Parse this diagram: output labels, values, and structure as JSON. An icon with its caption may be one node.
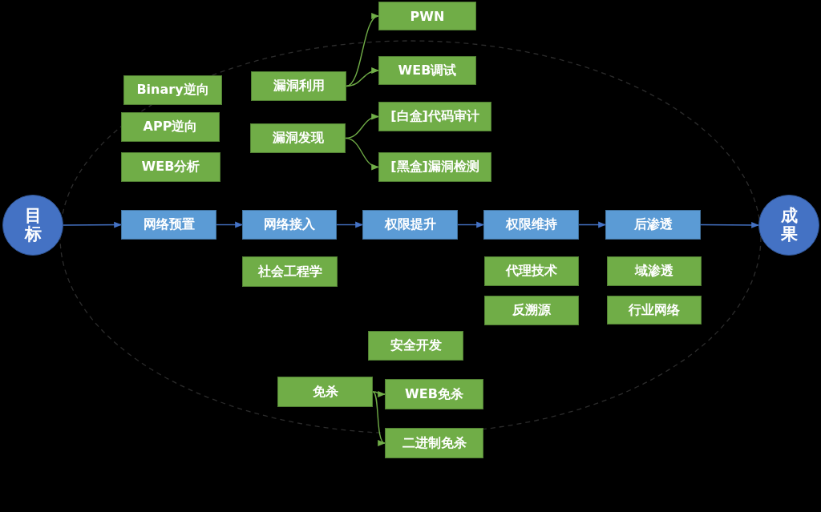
{
  "diagram": {
    "nodes": [
      {
        "text": [
          "目标"
        ]
      },
      {
        "text": [
          "网络预置"
        ]
      },
      {
        "text": [
          "网络接入"
        ]
      },
      {
        "text": [
          "权限提升"
        ]
      },
      {
        "text": [
          "权限维持"
        ]
      },
      {
        "text": [
          "后渗透"
        ]
      },
      {
        "text": [
          "成果"
        ]
      },
      {
        "text": [
          "PWN"
        ]
      },
      {
        "text": [
          "漏洞利用"
        ]
      },
      {
        "text": [
          "WEB调试"
        ]
      },
      {
        "text": [
          "Binary逆向"
        ]
      },
      {
        "text": [
          "[白盒]代码审计"
        ]
      },
      {
        "text": [
          "APP逆向"
        ]
      },
      {
        "text": [
          "漏洞发现"
        ]
      },
      {
        "text": [
          "WEB分析"
        ]
      },
      {
        "text": [
          "[黑盒]漏洞检测"
        ]
      },
      {
        "text": [
          "社会工程学"
        ]
      },
      {
        "text": [
          "代理技术"
        ]
      },
      {
        "text": [
          "域渗透"
        ]
      },
      {
        "text": [
          "反溯源"
        ]
      },
      {
        "text": [
          "行业网络"
        ]
      },
      {
        "text": [
          "安全开发"
        ]
      },
      {
        "text": [
          "免杀"
        ]
      },
      {
        "text": [
          "WEB免杀"
        ]
      },
      {
        "text": [
          "二进制免杀"
        ]
      }
    ],
    "edges": [
      {
        "from": 0,
        "to": 1,
        "arrow": "to"
      },
      {
        "from": 1,
        "to": 2,
        "arrow": "to"
      },
      {
        "from": 2,
        "to": 3,
        "arrow": "to"
      },
      {
        "from": 3,
        "to": 4,
        "arrow": "to"
      },
      {
        "from": 4,
        "to": 5,
        "arrow": "to"
      },
      {
        "from": 5,
        "to": 6,
        "arrow": "to"
      },
      {
        "from": 8,
        "to": 7,
        "arrow": "to",
        "color": "#70ad47"
      },
      {
        "from": 8,
        "to": 9,
        "arrow": "to",
        "color": "#70ad47"
      },
      {
        "from": 13,
        "to": 11,
        "arrow": "to",
        "color": "#70ad47"
      },
      {
        "from": 13,
        "to": 15,
        "arrow": "to",
        "color": "#70ad47"
      },
      {
        "from": 22,
        "to": 23,
        "arrow": "to",
        "color": "#70ad47"
      },
      {
        "from": 22,
        "to": 24,
        "arrow": "to",
        "color": "#70ad47"
      }
    ]
  }
}
